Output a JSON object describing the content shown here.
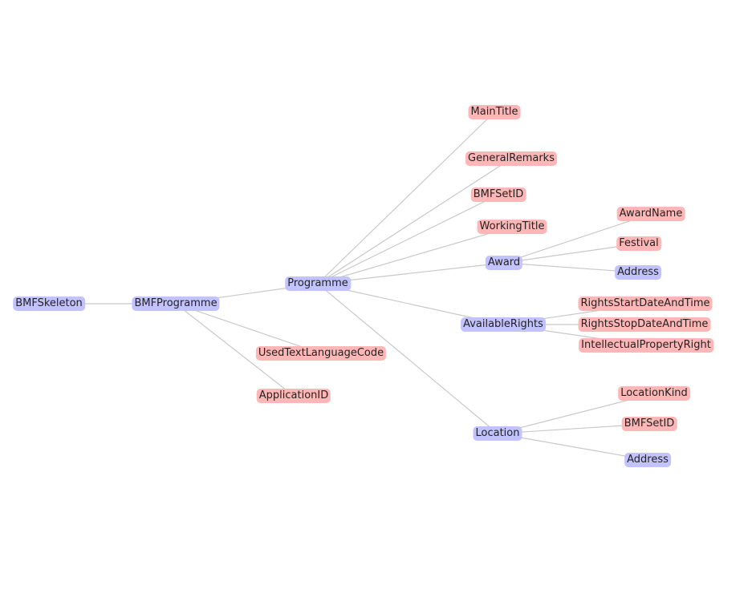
{
  "colors": {
    "composite": "#c2c2ff",
    "leaf": "#ffb6b6",
    "edge": "#c8c8c8"
  },
  "nodes": {
    "bmfskeleton": {
      "label": "BMFSkeleton",
      "kind": "composite"
    },
    "bmfprogramme": {
      "label": "BMFProgramme",
      "kind": "composite"
    },
    "programme": {
      "label": "Programme",
      "kind": "composite"
    },
    "usedtextlanguagecode": {
      "label": "UsedTextLanguageCode",
      "kind": "leaf"
    },
    "applicationid": {
      "label": "ApplicationID",
      "kind": "leaf"
    },
    "maintitle": {
      "label": "MainTitle",
      "kind": "leaf"
    },
    "generalremarks": {
      "label": "GeneralRemarks",
      "kind": "leaf"
    },
    "bmfsetid": {
      "label": "BMFSetID",
      "kind": "leaf"
    },
    "workingtitle": {
      "label": "WorkingTitle",
      "kind": "leaf"
    },
    "award": {
      "label": "Award",
      "kind": "composite"
    },
    "availablerights": {
      "label": "AvailableRights",
      "kind": "composite"
    },
    "location": {
      "label": "Location",
      "kind": "composite"
    },
    "awardname": {
      "label": "AwardName",
      "kind": "leaf"
    },
    "festival": {
      "label": "Festival",
      "kind": "leaf"
    },
    "award-address": {
      "label": "Address",
      "kind": "composite"
    },
    "rightsstartdateandtime": {
      "label": "RightsStartDateAndTime",
      "kind": "leaf"
    },
    "rightsstopdateandtime": {
      "label": "RightsStopDateAndTime",
      "kind": "leaf"
    },
    "intellectualpropertyright": {
      "label": "IntellectualPropertyRight",
      "kind": "leaf"
    },
    "locationkind": {
      "label": "LocationKind",
      "kind": "leaf"
    },
    "location-bmfsetid": {
      "label": "BMFSetID",
      "kind": "leaf"
    },
    "location-address": {
      "label": "Address",
      "kind": "composite"
    }
  },
  "edges": [
    [
      "bmfskeleton",
      "bmfprogramme"
    ],
    [
      "bmfprogramme",
      "programme"
    ],
    [
      "bmfprogramme",
      "usedtextlanguagecode"
    ],
    [
      "bmfprogramme",
      "applicationid"
    ],
    [
      "programme",
      "maintitle"
    ],
    [
      "programme",
      "generalremarks"
    ],
    [
      "programme",
      "bmfsetid"
    ],
    [
      "programme",
      "workingtitle"
    ],
    [
      "programme",
      "award"
    ],
    [
      "programme",
      "availablerights"
    ],
    [
      "programme",
      "location"
    ],
    [
      "award",
      "awardname"
    ],
    [
      "award",
      "festival"
    ],
    [
      "award",
      "award-address"
    ],
    [
      "availablerights",
      "rightsstartdateandtime"
    ],
    [
      "availablerights",
      "rightsstopdateandtime"
    ],
    [
      "availablerights",
      "intellectualpropertyright"
    ],
    [
      "location",
      "locationkind"
    ],
    [
      "location",
      "location-bmfsetid"
    ],
    [
      "location",
      "location-address"
    ]
  ]
}
